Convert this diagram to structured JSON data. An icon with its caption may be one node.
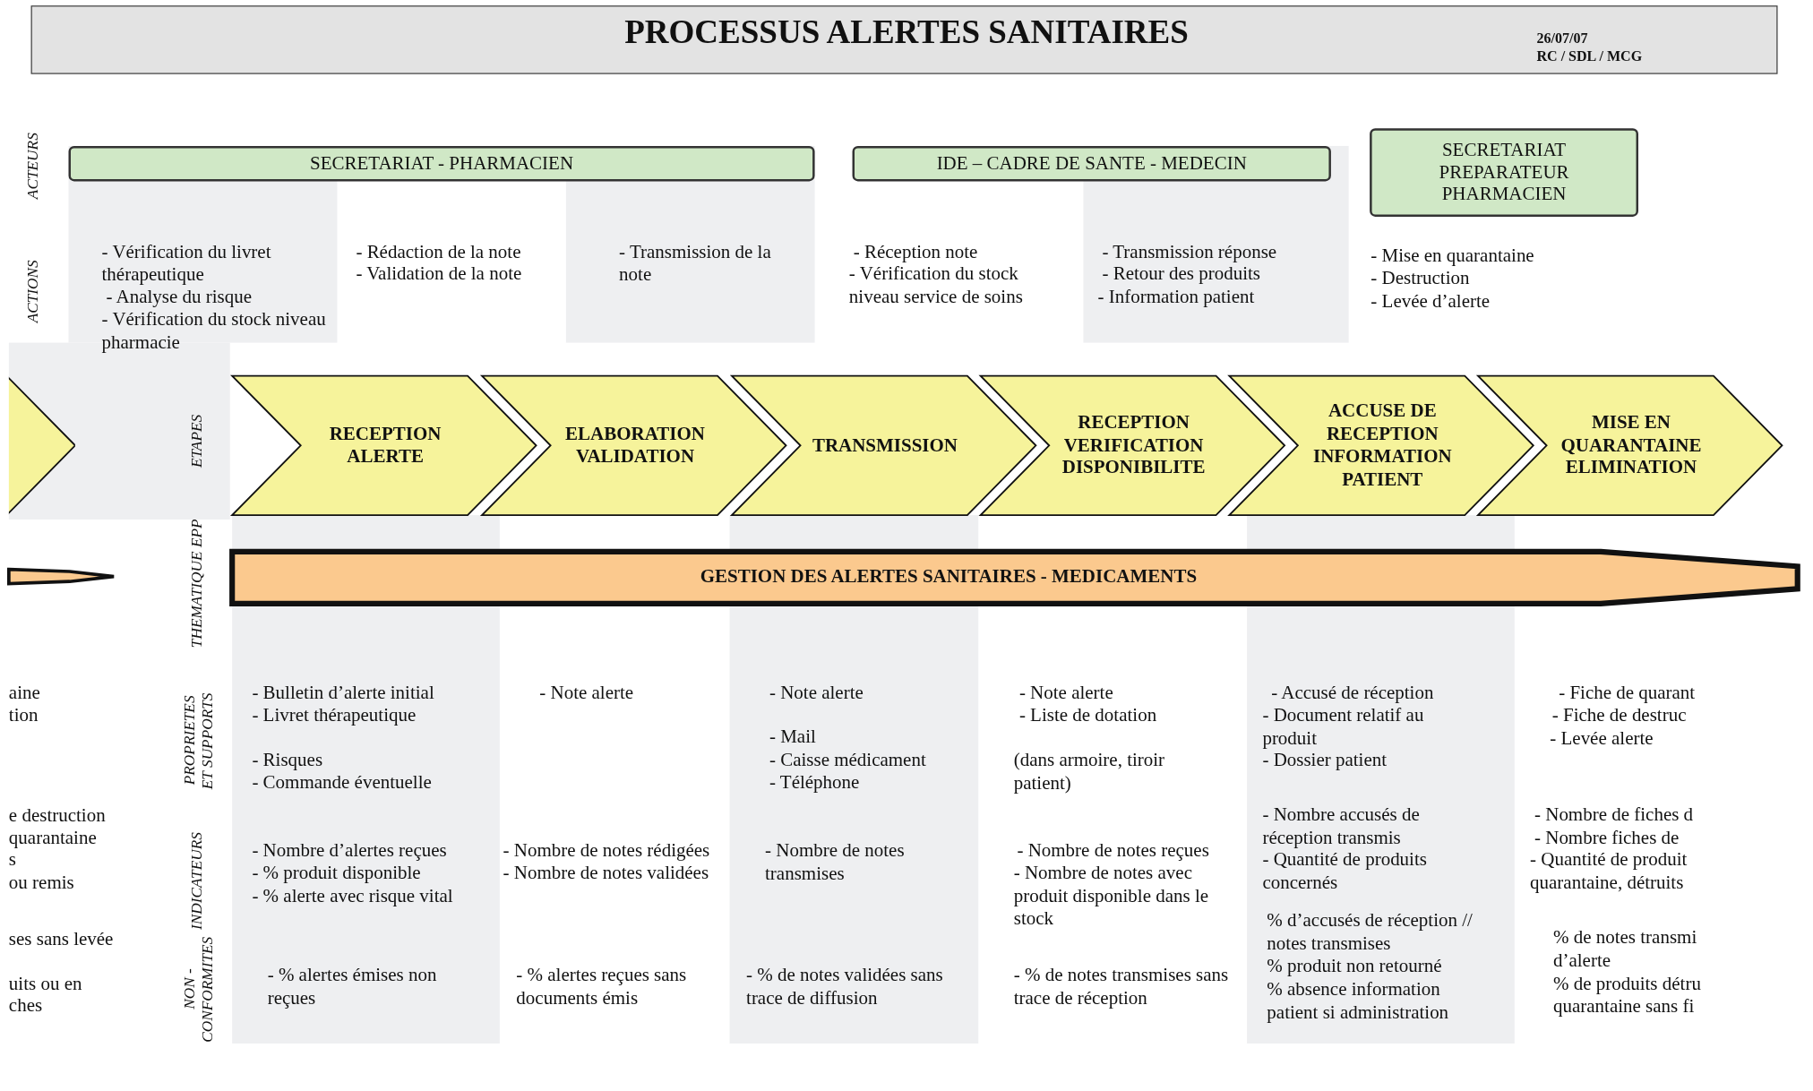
{
  "diagram": {
    "title": "PROCESSUS ALERTES SANITAIRES",
    "nodes": [
      {
        "text": [
          "SECRETARIAT - PHARMACIEN"
        ]
      },
      {
        "text": [
          "IDE – CADRE DE SANTE - MEDECIN"
        ]
      },
      {
        "text": [
          "SECRETARIAT PREPARATEUR PHARMACIEN"
        ]
      },
      {
        "text": [],
        "shape": "chevron"
      },
      {
        "text": [
          "RECEPTION ALERTE"
        ]
      },
      {
        "text": [
          "ELABORATION VALIDATION"
        ]
      },
      {
        "text": [
          "TRANSMISSION"
        ]
      },
      {
        "text": [
          "RECEPTION VERIFICATION DISPONIBILITE"
        ]
      },
      {
        "text": [
          "ACCUSE DE RECEPTION INFORMATION PATIENT"
        ]
      },
      {
        "text": [
          "MISE EN QUARANTAINE ELIMINATION"
        ]
      },
      {
        "text": [],
        "shape": "arrow"
      },
      {
        "text": [
          "GESTION DES ALERTES SANITAIRES - MEDICAMENTS"
        ]
      }
    ],
    "labels": [
      "26/07/07",
      "RC / SDL / MCG",
      "ACTEURS",
      "ACTIONS",
      "- Vérification du livret thérapeutique",
      "- Analyse du risque",
      "- Vérification du stock niveau pharmacie",
      "- Rédaction de la note",
      "- Validation de la note",
      "- Transmission de la note",
      "- Réception note",
      "- Vérification du stock niveau service de soins",
      "- Transmission réponse",
      "- Retour des produits",
      "- Information patient",
      "- Mise en quarantaine",
      "- Destruction",
      "- Levée d’alerte",
      "ETAPES",
      "THEMATIQUE EPP",
      "aine",
      "tion",
      "PROPRIETES ET SUPPORTS",
      "- Bulletin d’alerte initial",
      "- Livret thérapeutique",
      "- Risques",
      "- Commande éventuelle",
      "- Note alerte",
      "- Note alerte",
      "- Mail",
      "- Caisse médicament",
      "- Téléphone",
      "- Note alerte",
      "- Liste de dotation",
      "(dans armoire, tiroir patient)",
      "- Accusé de réception",
      "- Document relatif au produit",
      "- Dossier patient",
      "- Fiche de quarant",
      "- Fiche de destruc",
      "- Levée alerte",
      "e destruction",
      "quarantaine",
      "s",
      "ou remis",
      "- Nombre accusés de réception transmis",
      "- Nombre de fiches d",
      "- Nombre fiches de",
      "INDICATEURS",
      "- Nombre d’alertes reçues",
      "- % produit disponible",
      "- % alerte avec risque vital",
      "- Nombre de notes rédigées",
      "- Nombre de notes validées",
      "- Nombre de notes transmises",
      "- Nombre de notes reçues",
      "- Nombre de notes avec produit disponible dans le stock",
      "- Quantité de produits concernés",
      "- Quantité de produit quarantaine, détruits",
      "% d’accusés de réception // notes transmises",
      "% de notes transmi d’alerte",
      "ses sans levée",
      "NON - CONFORMITES",
      "uits ou en",
      "ches",
      "% produit non retourné",
      "- % alertes émises non reçues",
      "- % alertes reçues sans documents émis",
      "- % de notes validées sans trace de diffusion",
      "- % de notes transmises sans trace de réception",
      "% absence information patient si administration",
      "% de produits détru quarantaine sans fi"
    ]
  }
}
